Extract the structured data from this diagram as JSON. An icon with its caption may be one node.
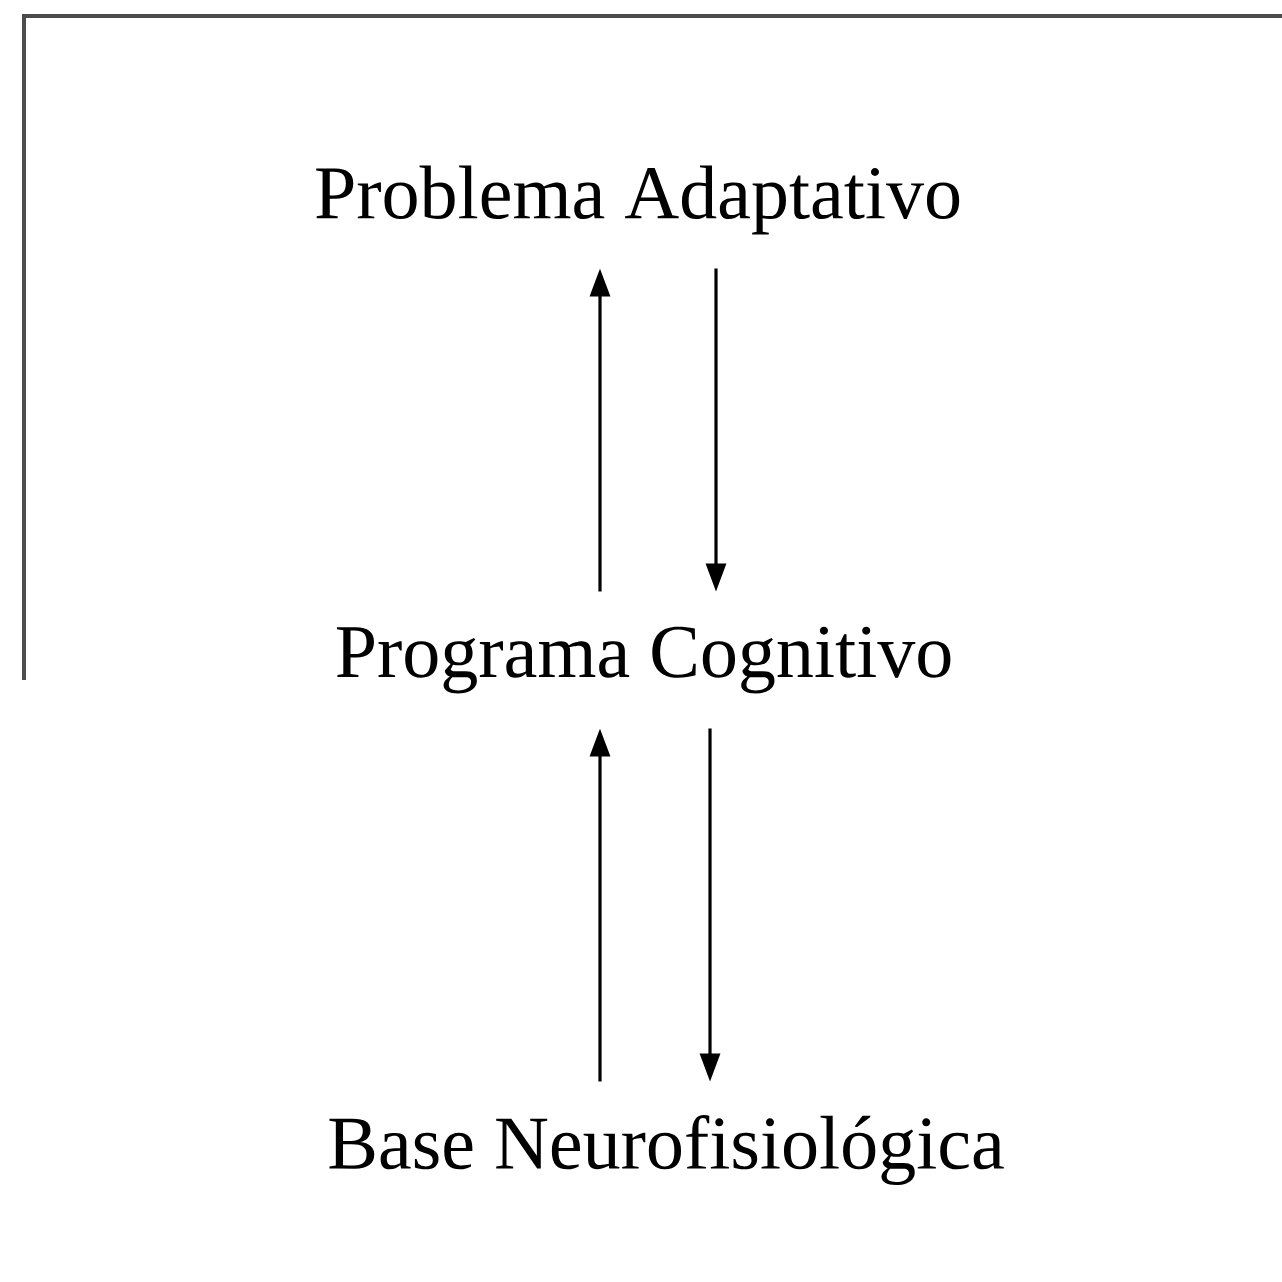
{
  "diagram": {
    "nodes": [
      {
        "text": [
          "Problema Adaptativo"
        ]
      },
      {
        "text": [
          "Programa Cognitivo"
        ]
      },
      {
        "text": [
          "Base Neurofisiológica"
        ]
      }
    ],
    "edges": [
      {
        "from": 1,
        "to": 0,
        "arrow": "to"
      },
      {
        "from": 0,
        "to": 1,
        "arrow": "to"
      },
      {
        "from": 2,
        "to": 1,
        "arrow": "to"
      },
      {
        "from": 1,
        "to": 2,
        "arrow": "to"
      }
    ]
  }
}
